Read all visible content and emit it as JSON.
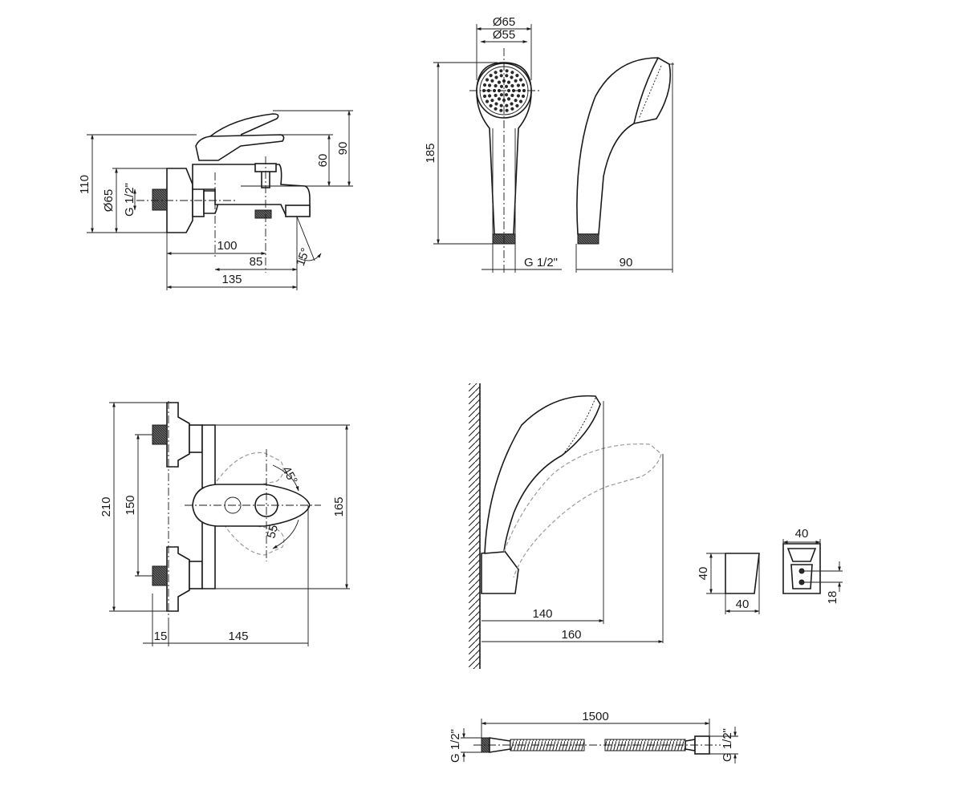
{
  "faucet_side": {
    "height_total": "110",
    "dia_body": "Ø65",
    "thread": "G 1/2\"",
    "height_lever_top": "90",
    "height_lever": "60",
    "spout_100": "100",
    "spout_85": "85",
    "spout_135": "135",
    "angle_spout": "15°"
  },
  "shower_head": {
    "dia_outer": "Ø65",
    "dia_inner": "Ø55",
    "length": "185",
    "thread": "G 1/2\"",
    "depth": "90"
  },
  "faucet_front": {
    "height_total": "210",
    "inlet_spacing": "150",
    "body_height": "165",
    "lever_angle": "45°",
    "lever_length": "55",
    "offset": "15",
    "body_width": "145"
  },
  "wall_mount": {
    "reach_short": "140",
    "reach_long": "160"
  },
  "holder": {
    "height": "40",
    "width": "40",
    "top_width": "40",
    "hole_spacing": "18"
  },
  "hose": {
    "length": "1500",
    "thread_left": "G 1/2\"",
    "thread_right": "G 1/2\""
  }
}
